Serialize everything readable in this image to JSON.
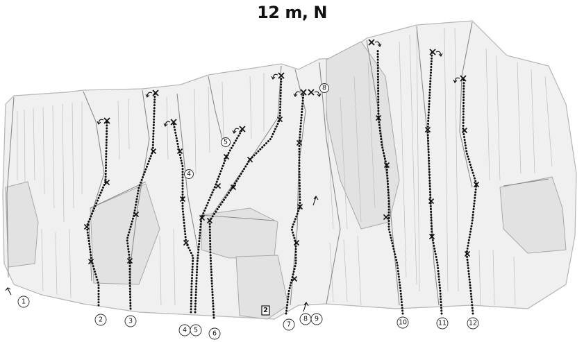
{
  "title": "12 m, N",
  "sector_marker": "2",
  "labels": [
    {
      "id": "1",
      "text": "1"
    },
    {
      "id": "2",
      "text": "2"
    },
    {
      "id": "3",
      "text": "3"
    },
    {
      "id": "4",
      "text": "4"
    },
    {
      "id": "4b",
      "text": "4"
    },
    {
      "id": "5",
      "text": "5"
    },
    {
      "id": "5b",
      "text": "5"
    },
    {
      "id": "6",
      "text": "6"
    },
    {
      "id": "7",
      "text": "7"
    },
    {
      "id": "8",
      "text": "8"
    },
    {
      "id": "8b",
      "text": "8"
    },
    {
      "id": "9",
      "text": "9"
    },
    {
      "id": "10",
      "text": "10"
    },
    {
      "id": "11",
      "text": "11"
    },
    {
      "id": "12",
      "text": "12"
    }
  ]
}
